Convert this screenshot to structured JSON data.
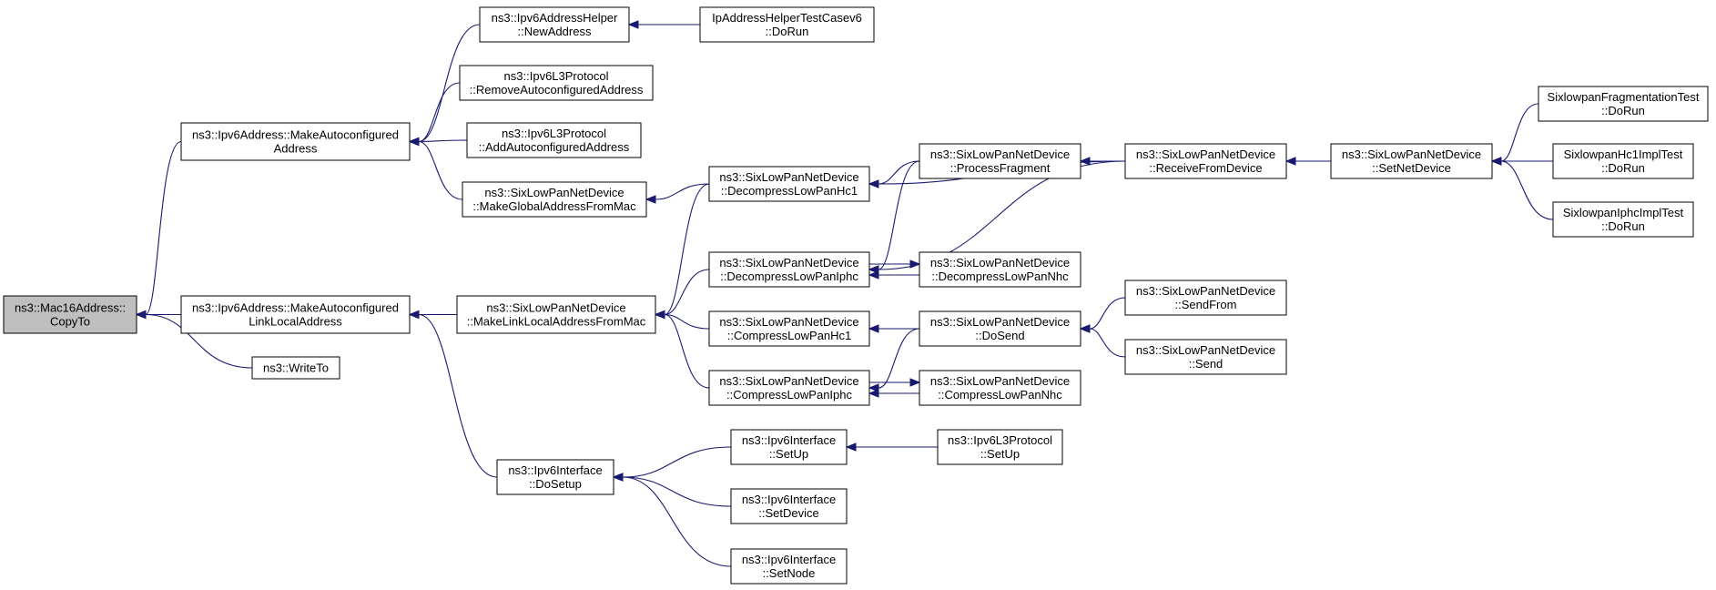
{
  "colors": {
    "edge": "#191970",
    "root_fill": "#bfbfbf",
    "node_fill": "#ffffff",
    "border": "#000000"
  },
  "nodes": [
    {
      "id": "root",
      "lines": [
        "ns3::Mac16Address::",
        "CopyTo"
      ]
    },
    {
      "id": "mka",
      "lines": [
        "ns3::Ipv6Address::MakeAutoconfigured",
        "Address"
      ]
    },
    {
      "id": "mkll",
      "lines": [
        "ns3::Ipv6Address::MakeAutoconfigured",
        "LinkLocalAddress"
      ]
    },
    {
      "id": "wrto",
      "lines": [
        "ns3::WriteTo"
      ]
    },
    {
      "id": "newad",
      "lines": [
        "ns3::Ipv6AddressHelper",
        "::NewAddress"
      ]
    },
    {
      "id": "iptest",
      "lines": [
        "IpAddressHelperTestCasev6",
        "::DoRun"
      ]
    },
    {
      "id": "remac",
      "lines": [
        "ns3::Ipv6L3Protocol",
        "::RemoveAutoconfiguredAddress"
      ]
    },
    {
      "id": "addac",
      "lines": [
        "ns3::Ipv6L3Protocol",
        "::AddAutoconfiguredAddress"
      ]
    },
    {
      "id": "mkglob",
      "lines": [
        "ns3::SixLowPanNetDevice",
        "::MakeGlobalAddressFromMac"
      ]
    },
    {
      "id": "mkllm",
      "lines": [
        "ns3::SixLowPanNetDevice",
        "::MakeLinkLocalAddressFromMac"
      ]
    },
    {
      "id": "dsetup",
      "lines": [
        "ns3::Ipv6Interface",
        "::DoSetup"
      ]
    },
    {
      "id": "dhc1",
      "lines": [
        "ns3::SixLowPanNetDevice",
        "::DecompressLowPanHc1"
      ]
    },
    {
      "id": "diphc",
      "lines": [
        "ns3::SixLowPanNetDevice",
        "::DecompressLowPanIphc"
      ]
    },
    {
      "id": "chc1",
      "lines": [
        "ns3::SixLowPanNetDevice",
        "::CompressLowPanHc1"
      ]
    },
    {
      "id": "ciphc",
      "lines": [
        "ns3::SixLowPanNetDevice",
        "::CompressLowPanIphc"
      ]
    },
    {
      "id": "ifsetup",
      "lines": [
        "ns3::Ipv6Interface",
        "::SetUp"
      ]
    },
    {
      "id": "setdev",
      "lines": [
        "ns3::Ipv6Interface",
        "::SetDevice"
      ]
    },
    {
      "id": "setnode",
      "lines": [
        "ns3::Ipv6Interface",
        "::SetNode"
      ]
    },
    {
      "id": "procf",
      "lines": [
        "ns3::SixLowPanNetDevice",
        "::ProcessFragment"
      ]
    },
    {
      "id": "dnhc",
      "lines": [
        "ns3::SixLowPanNetDevice",
        "::DecompressLowPanNhc"
      ]
    },
    {
      "id": "dosend",
      "lines": [
        "ns3::SixLowPanNetDevice",
        "::DoSend"
      ]
    },
    {
      "id": "cnhc",
      "lines": [
        "ns3::SixLowPanNetDevice",
        "::CompressLowPanNhc"
      ]
    },
    {
      "id": "l3setup",
      "lines": [
        "ns3::Ipv6L3Protocol",
        "::SetUp"
      ]
    },
    {
      "id": "recv",
      "lines": [
        "ns3::SixLowPanNetDevice",
        "::ReceiveFromDevice"
      ]
    },
    {
      "id": "sendfrom",
      "lines": [
        "ns3::SixLowPanNetDevice",
        "::SendFrom"
      ]
    },
    {
      "id": "send",
      "lines": [
        "ns3::SixLowPanNetDevice",
        "::Send"
      ]
    },
    {
      "id": "setnd",
      "lines": [
        "ns3::SixLowPanNetDevice",
        "::SetNetDevice"
      ]
    },
    {
      "id": "fragt",
      "lines": [
        "SixlowpanFragmentationTest",
        "::DoRun"
      ]
    },
    {
      "id": "hc1t",
      "lines": [
        "SixlowpanHc1ImplTest",
        "::DoRun"
      ]
    },
    {
      "id": "iphct",
      "lines": [
        "SixlowpanIphcImplTest",
        "::DoRun"
      ]
    }
  ],
  "edges": [
    {
      "from": "mka",
      "to": "root"
    },
    {
      "from": "mkll",
      "to": "root"
    },
    {
      "from": "wrto",
      "to": "root"
    },
    {
      "from": "newad",
      "to": "mka"
    },
    {
      "from": "remac",
      "to": "mka"
    },
    {
      "from": "addac",
      "to": "mka"
    },
    {
      "from": "mkglob",
      "to": "mka"
    },
    {
      "from": "iptest",
      "to": "newad"
    },
    {
      "from": "mkllm",
      "to": "mkll"
    },
    {
      "from": "dsetup",
      "to": "mkll"
    },
    {
      "from": "dhc1",
      "to": "mkglob"
    },
    {
      "from": "dhc1",
      "to": "mkllm"
    },
    {
      "from": "diphc",
      "to": "mkllm"
    },
    {
      "from": "chc1",
      "to": "mkllm"
    },
    {
      "from": "ciphc",
      "to": "mkllm"
    },
    {
      "from": "ifsetup",
      "to": "dsetup"
    },
    {
      "from": "setdev",
      "to": "dsetup"
    },
    {
      "from": "setnode",
      "to": "dsetup"
    },
    {
      "from": "l3setup",
      "to": "ifsetup"
    },
    {
      "from": "procf",
      "to": "dhc1"
    },
    {
      "from": "recv",
      "to": "dhc1"
    },
    {
      "from": "procf",
      "to": "diphc"
    },
    {
      "from": "recv",
      "to": "diphc"
    },
    {
      "from": "dnhc",
      "to": "diphc"
    },
    {
      "from": "diphc",
      "to": "dnhc"
    },
    {
      "from": "dosend",
      "to": "chc1"
    },
    {
      "from": "dosend",
      "to": "ciphc"
    },
    {
      "from": "cnhc",
      "to": "ciphc"
    },
    {
      "from": "ciphc",
      "to": "cnhc"
    },
    {
      "from": "recv",
      "to": "procf"
    },
    {
      "from": "setnd",
      "to": "recv"
    },
    {
      "from": "sendfrom",
      "to": "dosend"
    },
    {
      "from": "send",
      "to": "dosend"
    },
    {
      "from": "fragt",
      "to": "setnd"
    },
    {
      "from": "hc1t",
      "to": "setnd"
    },
    {
      "from": "iphct",
      "to": "setnd"
    }
  ]
}
